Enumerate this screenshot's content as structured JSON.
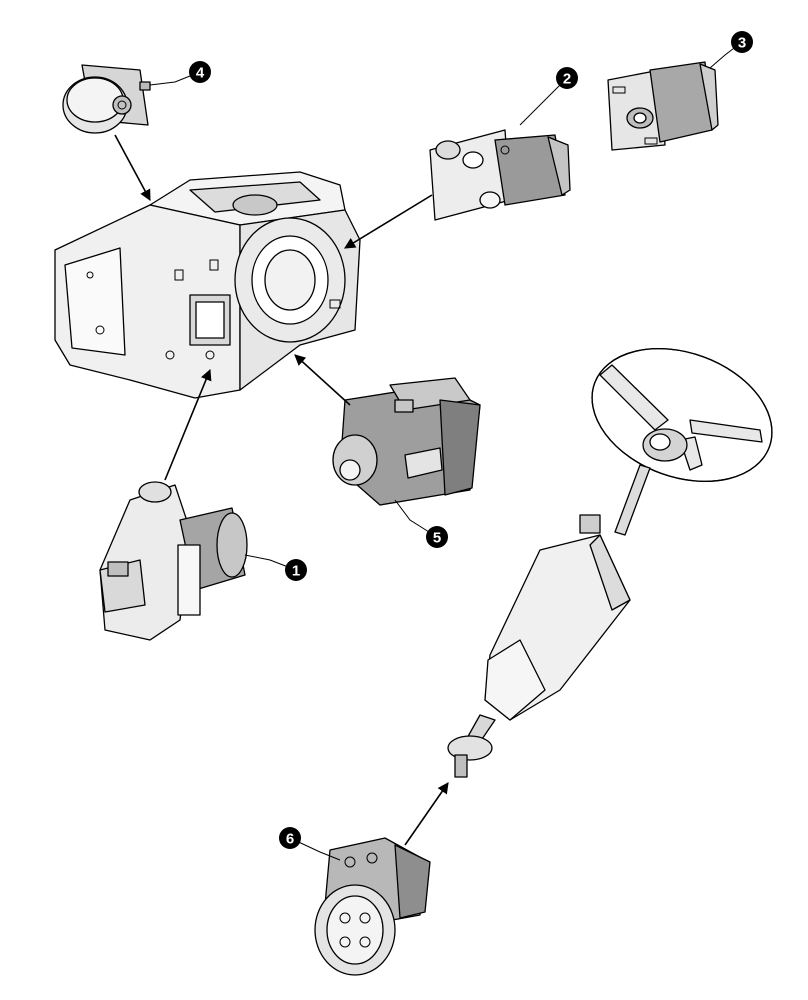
{
  "callouts": [
    {
      "id": "1",
      "label": "1"
    },
    {
      "id": "2",
      "label": "2"
    },
    {
      "id": "3",
      "label": "3"
    },
    {
      "id": "4",
      "label": "4"
    },
    {
      "id": "5",
      "label": "5"
    },
    {
      "id": "6",
      "label": "6"
    }
  ],
  "colors": {
    "line": "#000000",
    "light_part": "#e8e8e8",
    "mid_part": "#b5b5b5",
    "dark_part": "#8a8a8a",
    "callout_fill": "#000000",
    "callout_text": "#ffffff"
  }
}
